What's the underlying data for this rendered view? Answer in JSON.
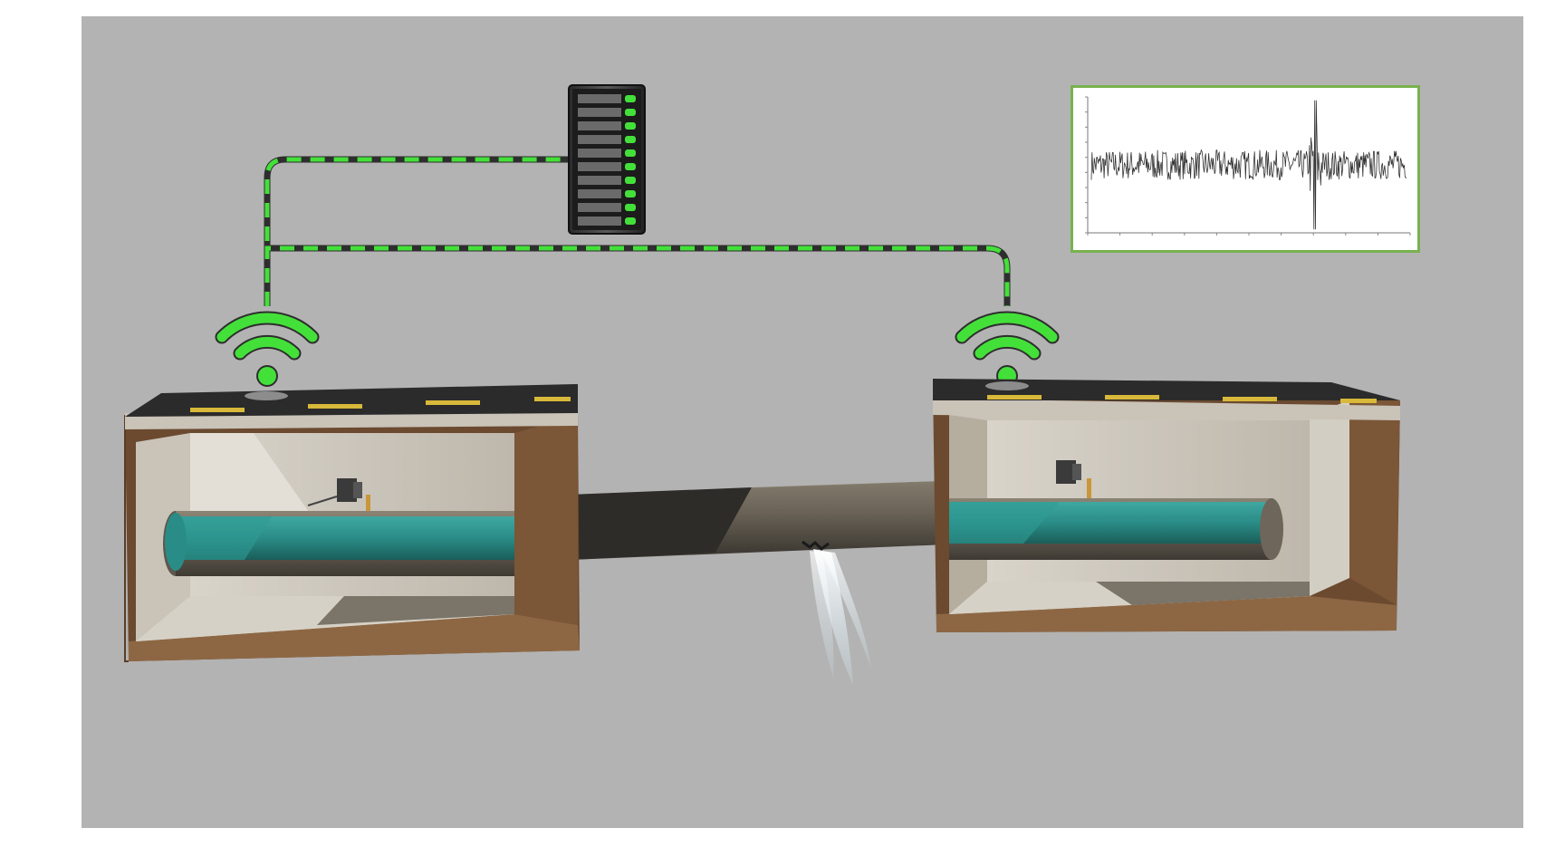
{
  "colors": {
    "background": "#b3b3b3",
    "signal_green": "#44e03a",
    "cable_dark": "#3a3a3a",
    "road_asphalt": "#2b2b2b",
    "road_marking": "#d8b93a",
    "concrete": "#cfcac0",
    "soil": "#6b4a30",
    "water": "#2a8c86",
    "pipe": "#6e665a",
    "chart_border": "#78b24e",
    "leak_spray": "#e8f4fb"
  },
  "icons": {
    "server": "server-rack-icon",
    "left_wireless": "wifi-icon",
    "right_wireless": "wifi-icon"
  },
  "inset_chart": {
    "type": "line",
    "description_label": "",
    "trace_amplitude": 0.22,
    "spike_position": 0.71,
    "spike_amplitude": 0.95,
    "x_ticks": 11,
    "y_ticks": 10
  }
}
